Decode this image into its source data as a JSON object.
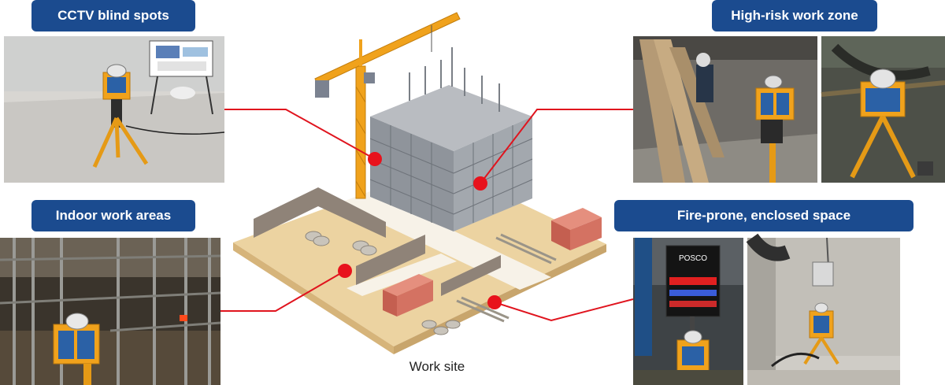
{
  "labels": {
    "cctv_blind_spots": "CCTV blind spots",
    "high_risk_work_zone": "High-risk work zone",
    "indoor_work_areas": "Indoor work areas",
    "fire_prone_enclosed_space": "Fire-prone, enclosed space"
  },
  "caption": "Work site",
  "photo_texts": {
    "posco_sign": "POSCO"
  },
  "colors": {
    "label_bg": "#1b4b8f",
    "connector": "#e0141e",
    "marker": "#e8121c",
    "camera_body": "#f0a21c",
    "ground": "#ecd3a1"
  },
  "icons": [
    "cctv-camera-icon",
    "tower-crane-icon",
    "building-icon",
    "container-icon"
  ]
}
